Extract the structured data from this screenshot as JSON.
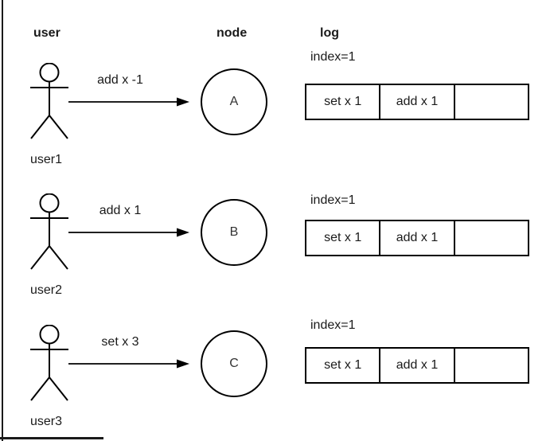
{
  "headers": {
    "user": "user",
    "node": "node",
    "log": "log"
  },
  "rows": [
    {
      "user_label": "user1",
      "message": "add x -1",
      "node_label": "A",
      "log_index": "index=1",
      "log_cells": [
        "set x 1",
        "add x 1",
        ""
      ]
    },
    {
      "user_label": "user2",
      "message": "add x 1",
      "node_label": "B",
      "log_index": "index=1",
      "log_cells": [
        "set x 1",
        "add x 1",
        ""
      ]
    },
    {
      "user_label": "user3",
      "message": "set x 3",
      "node_label": "C",
      "log_index": "index=1",
      "log_cells": [
        "set x 1",
        "add x 1",
        ""
      ]
    }
  ],
  "colors": {
    "stroke": "#000000",
    "text": "#1a1a1a",
    "background": "#ffffff"
  }
}
